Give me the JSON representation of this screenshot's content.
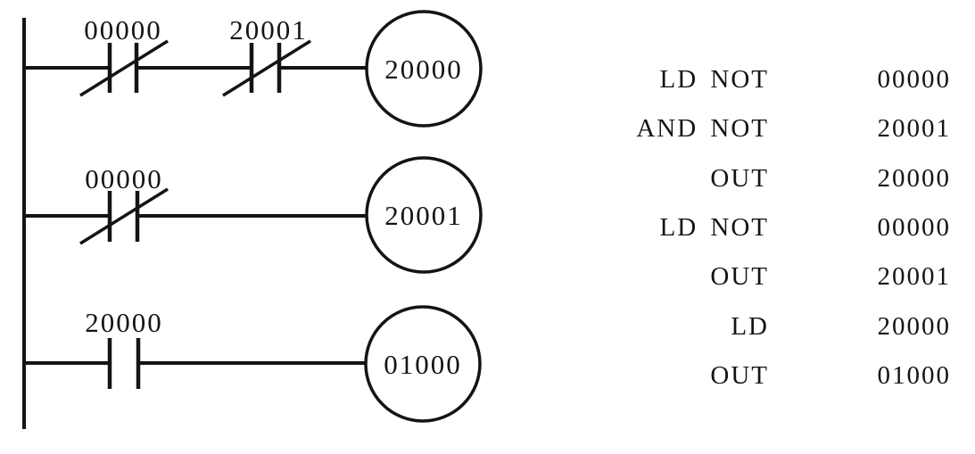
{
  "diagram": {
    "rungs": [
      {
        "contacts": [
          {
            "label": "00000",
            "type": "normally-closed"
          },
          {
            "label": "20001",
            "type": "normally-closed"
          }
        ],
        "coil": "20000"
      },
      {
        "contacts": [
          {
            "label": "00000",
            "type": "normally-closed"
          }
        ],
        "coil": "20001"
      },
      {
        "contacts": [
          {
            "label": "20000",
            "type": "normally-open"
          }
        ],
        "coil": "01000"
      }
    ]
  },
  "instructions": [
    {
      "mnemonic": "LD NOT",
      "operand": "00000"
    },
    {
      "mnemonic": "AND NOT",
      "operand": "20001"
    },
    {
      "mnemonic": "OUT",
      "operand": "20000"
    },
    {
      "mnemonic": "LD NOT",
      "operand": "00000"
    },
    {
      "mnemonic": "OUT",
      "operand": "20001"
    },
    {
      "mnemonic": "LD",
      "operand": "20000"
    },
    {
      "mnemonic": "OUT",
      "operand": "01000"
    }
  ],
  "colors": {
    "ink": "#141414",
    "background": "#ffffff"
  }
}
